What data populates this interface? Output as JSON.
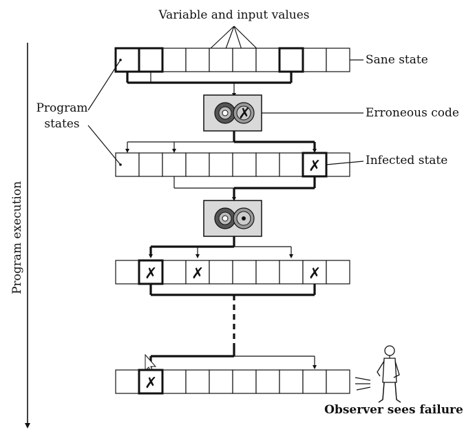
{
  "labels": {
    "variable_inputs": "Variable and input values",
    "sane_state": "Sane state",
    "erroneous_code": "Erroneous code",
    "infected_state": "Infected state",
    "program_states_line1": "Program",
    "program_states_line2": "states",
    "program_execution": "Program execution",
    "observer_sees_failure": "Observer sees failure"
  },
  "marks": {
    "x": "✗"
  }
}
